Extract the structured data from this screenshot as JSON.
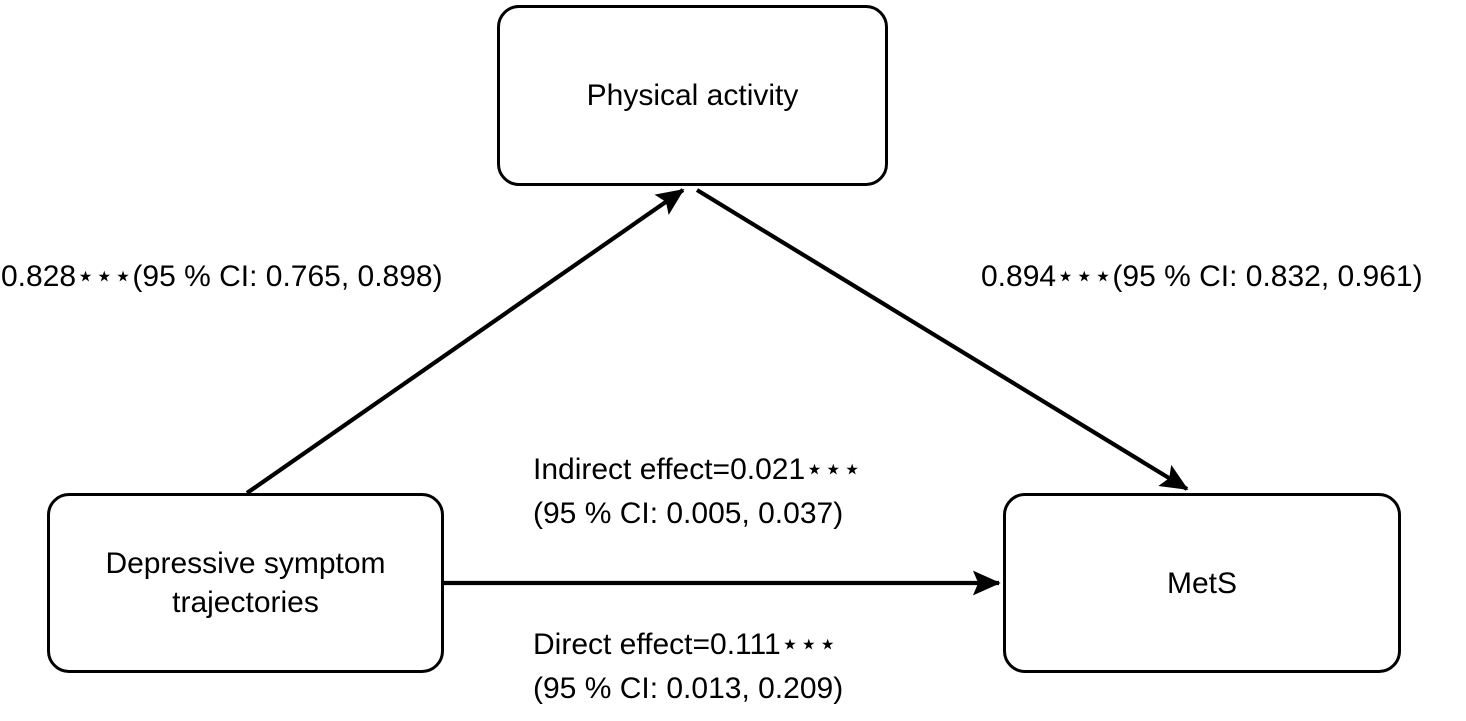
{
  "diagram": {
    "type": "mediation-path-diagram",
    "background_color": "#ffffff",
    "line_color": "#000000",
    "text_color": "#000000",
    "nodes": [
      {
        "id": "physical_activity",
        "label": "Physical activity",
        "role": "mediator"
      },
      {
        "id": "depressive_symptom_trajectories",
        "label": "Depressive symptom\ntrajectories",
        "role": "predictor"
      },
      {
        "id": "mets",
        "label": "MetS",
        "role": "outcome"
      }
    ],
    "edges": [
      {
        "id": "a_path",
        "from": "depressive_symptom_trajectories",
        "to": "physical_activity",
        "label": "0.828⋆⋆⋆(95 % CI: 0.765, 0.898)",
        "coefficient": 0.828,
        "significance": "***",
        "ci_lower": 0.765,
        "ci_upper": 0.898,
        "ci_level": "95 %",
        "arrow": "to-mediator"
      },
      {
        "id": "b_path",
        "from": "physical_activity",
        "to": "mets",
        "label": "0.894⋆⋆⋆(95 % CI: 0.832, 0.961)",
        "coefficient": 0.894,
        "significance": "***",
        "ci_lower": 0.832,
        "ci_upper": 0.961,
        "ci_level": "95 %",
        "arrow": "to-outcome"
      },
      {
        "id": "indirect_effect",
        "from": "depressive_symptom_trajectories",
        "to": "mets",
        "label": "Indirect effect=0.021⋆⋆⋆\n(95 % CI: 0.005, 0.037)",
        "coefficient": 0.021,
        "significance": "***",
        "ci_lower": 0.005,
        "ci_upper": 0.037,
        "ci_level": "95 %",
        "arrow": "none"
      },
      {
        "id": "direct_effect",
        "from": "depressive_symptom_trajectories",
        "to": "mets",
        "label": "Direct effect=0.111⋆⋆⋆\n(95 % CI: 0.013, 0.209)",
        "coefficient": 0.111,
        "significance": "***",
        "ci_lower": 0.013,
        "ci_upper": 0.209,
        "ci_level": "95 %",
        "arrow": "to-outcome"
      }
    ]
  }
}
